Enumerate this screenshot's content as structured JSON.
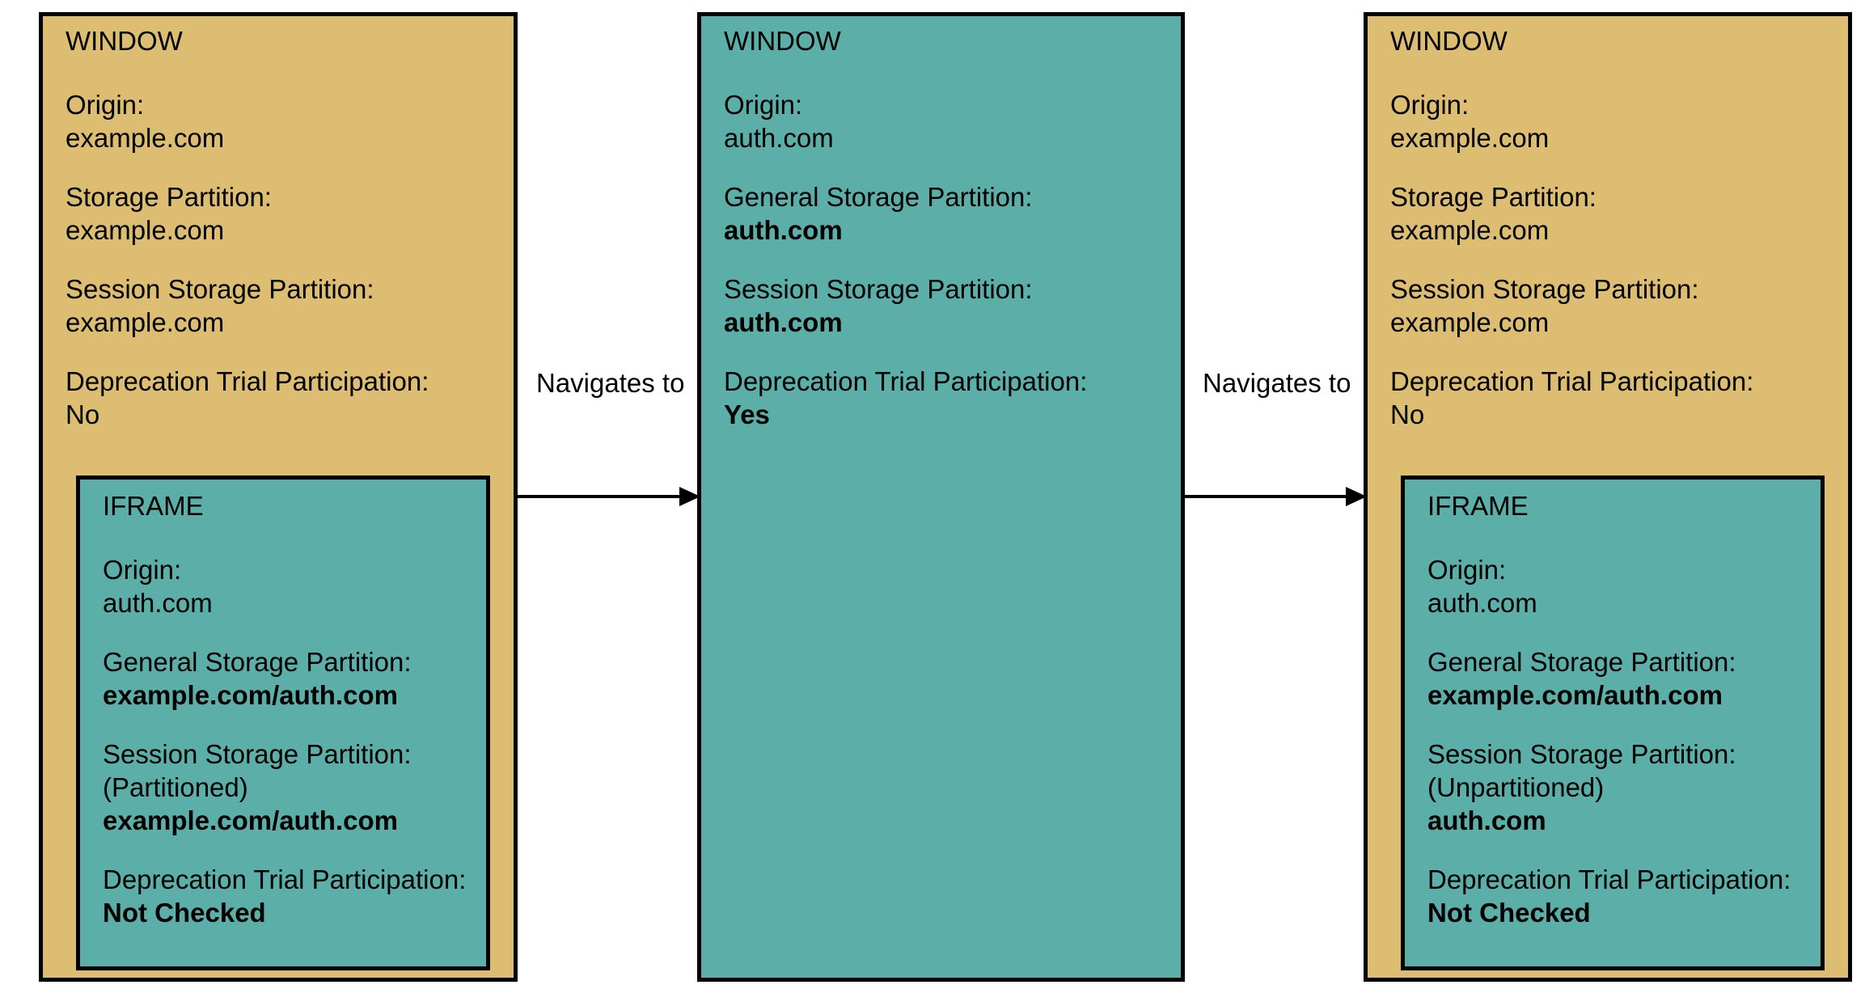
{
  "diagram": {
    "panels": [
      {
        "id": "panel-1",
        "kind": "window",
        "color": "#ddbd72",
        "title": "WINDOW",
        "sections": [
          {
            "label": "Origin:",
            "value": "example.com",
            "value_bold": false
          },
          {
            "label": "Storage Partition:",
            "value": "example.com",
            "value_bold": false
          },
          {
            "label": "Session Storage Partition:",
            "value": "example.com",
            "value_bold": false
          },
          {
            "label": "Deprecation Trial Participation:",
            "value": "No",
            "value_bold": false
          }
        ],
        "iframe": {
          "title": "IFRAME",
          "sections": [
            {
              "label": "Origin:",
              "value": "auth.com",
              "value_bold": false
            },
            {
              "label": "General Storage Partition:",
              "value": "example.com/auth.com",
              "value_bold": true
            },
            {
              "label": "Session Storage Partition:",
              "note": "(Partitioned)",
              "value": "example.com/auth.com",
              "value_bold": true
            },
            {
              "label": "Deprecation Trial Participation:",
              "value": "Not Checked",
              "value_bold": true
            }
          ]
        }
      },
      {
        "id": "panel-2",
        "kind": "window",
        "color": "#5cafa8",
        "title": "WINDOW",
        "sections": [
          {
            "label": "Origin:",
            "value": "auth.com",
            "value_bold": false
          },
          {
            "label": "General Storage Partition:",
            "value": "auth.com",
            "value_bold": true
          },
          {
            "label": "Session Storage Partition:",
            "value": "auth.com",
            "value_bold": true
          },
          {
            "label": "Deprecation Trial Participation:",
            "value": "Yes",
            "value_bold": true
          }
        ],
        "iframe": null
      },
      {
        "id": "panel-3",
        "kind": "window",
        "color": "#ddbd72",
        "title": "WINDOW",
        "sections": [
          {
            "label": "Origin:",
            "value": "example.com",
            "value_bold": false
          },
          {
            "label": "Storage Partition:",
            "value": "example.com",
            "value_bold": false
          },
          {
            "label": "Session Storage Partition:",
            "value": "example.com",
            "value_bold": false
          },
          {
            "label": "Deprecation Trial Participation:",
            "value": "No",
            "value_bold": false
          }
        ],
        "iframe": {
          "title": "IFRAME",
          "sections": [
            {
              "label": "Origin:",
              "value": "auth.com",
              "value_bold": false
            },
            {
              "label": "General Storage Partition:",
              "value": "example.com/auth.com",
              "value_bold": true
            },
            {
              "label": "Session Storage Partition:",
              "note": "(Unpartitioned)",
              "value": "auth.com",
              "value_bold": true
            },
            {
              "label": "Deprecation Trial Participation:",
              "value": "Not Checked",
              "value_bold": true
            }
          ]
        }
      }
    ],
    "arrows": [
      {
        "id": "arrow-1",
        "label": "Navigates to",
        "from": "panel-1",
        "to": "panel-2"
      },
      {
        "id": "arrow-2",
        "label": "Navigates to",
        "from": "panel-2",
        "to": "panel-3"
      }
    ],
    "colors": {
      "window_tan": "#ddbd72",
      "window_teal": "#5cafa8",
      "stroke": "#000000",
      "text": "#000000",
      "background": "#ffffff"
    }
  }
}
